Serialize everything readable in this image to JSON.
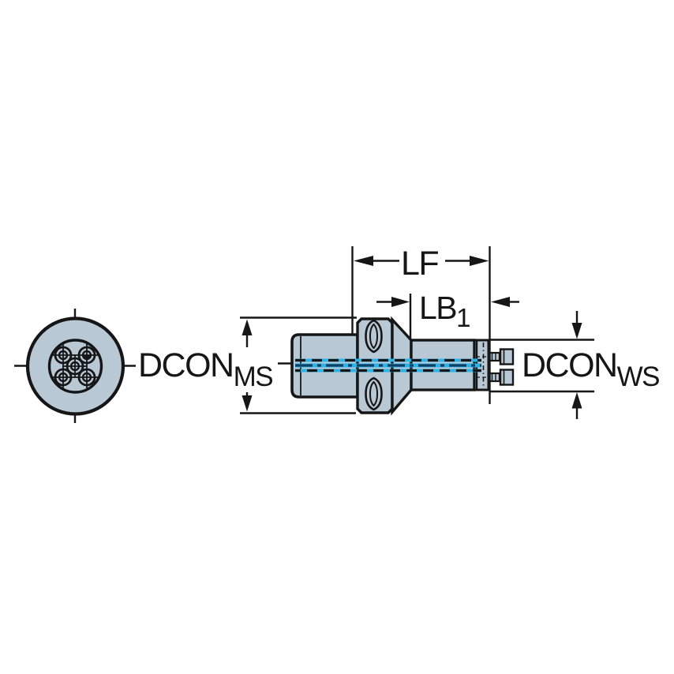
{
  "colors": {
    "background": "#ffffff",
    "body_fill": "#b8c8d5",
    "outline": "#161616",
    "coolant_cyan": "#2bb4e8",
    "centerline_dark": "#0e3f66"
  },
  "labels": {
    "length_functional": "LF",
    "length_body_main": "LB",
    "length_body_sub": "1",
    "coupling_machine_main": "DCON",
    "coupling_machine_sub": "MS",
    "coupling_workpiece_main": "DCON",
    "coupling_workpiece_sub": "WS"
  }
}
